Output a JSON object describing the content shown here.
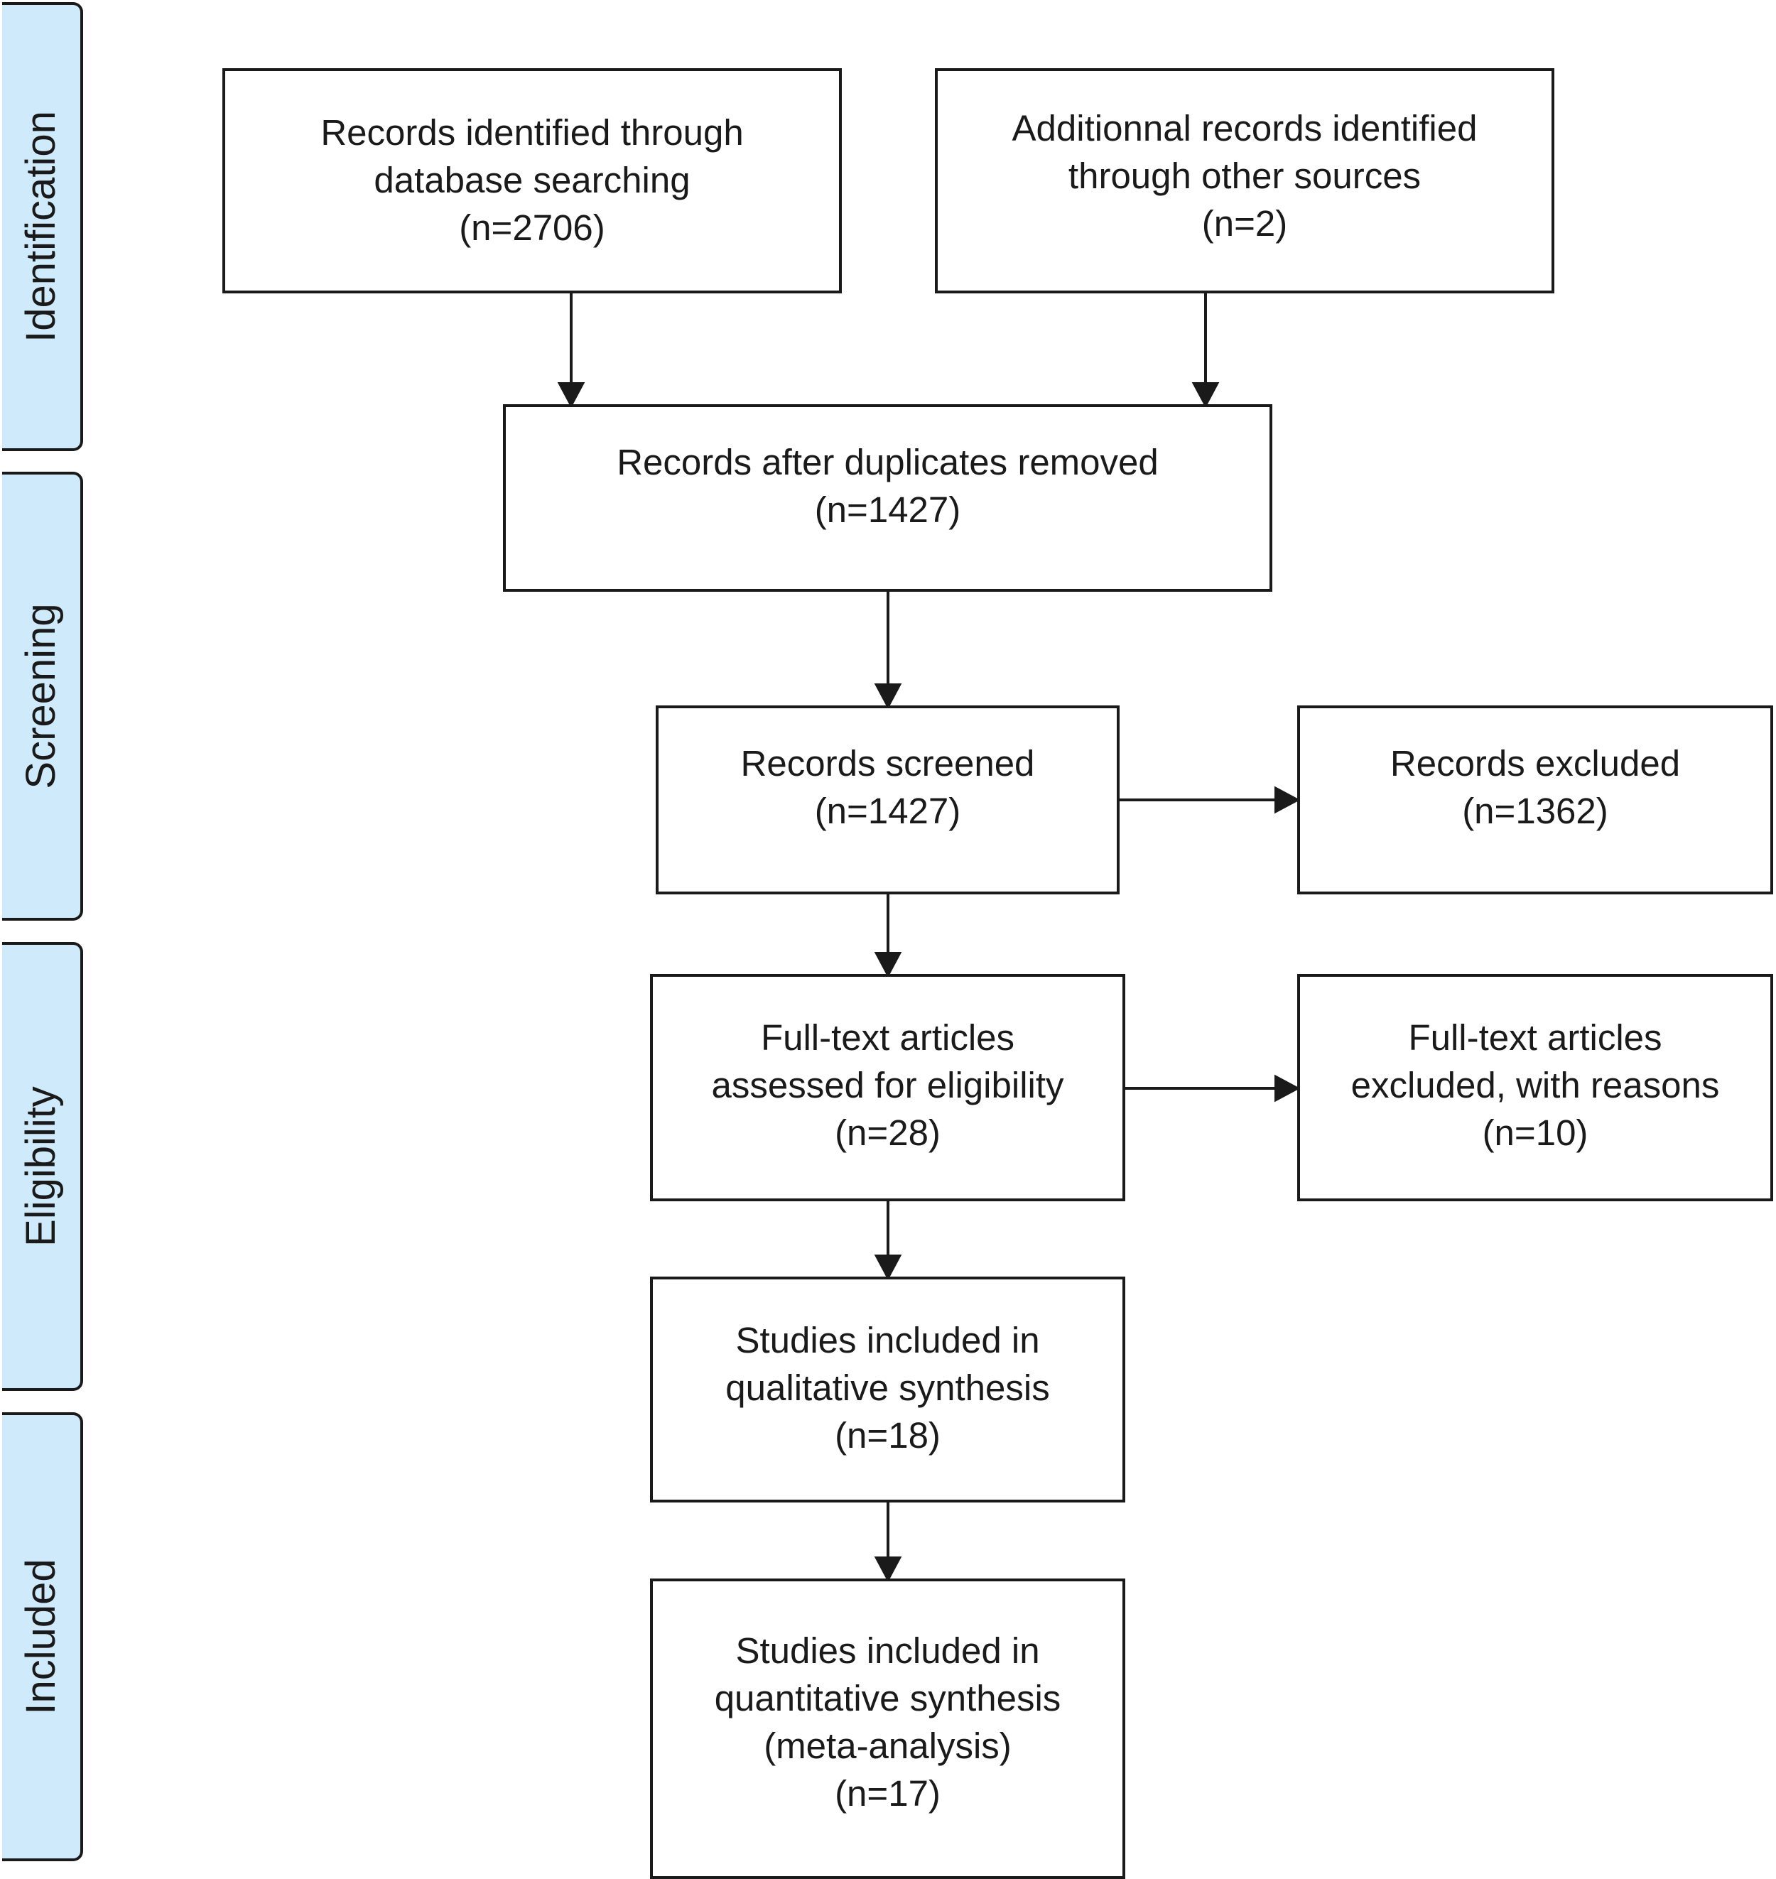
{
  "stages": [
    {
      "id": "identification",
      "label": "Identification"
    },
    {
      "id": "screening",
      "label": "Screening"
    },
    {
      "id": "eligibility",
      "label": "Eligibility"
    },
    {
      "id": "included",
      "label": "Included"
    }
  ],
  "boxes": {
    "database": {
      "lines": [
        "Records identified through",
        "database searching",
        "(n=2706)"
      ]
    },
    "other_sources": {
      "lines": [
        "Additionnal records identified",
        "through other sources",
        "(n=2)"
      ]
    },
    "after_duplicates": {
      "lines": [
        "Records after duplicates removed",
        "(n=1427)"
      ]
    },
    "screened": {
      "lines": [
        "Records screened",
        "(n=1427)"
      ]
    },
    "excluded": {
      "lines": [
        "Records excluded",
        "(n=1362)"
      ]
    },
    "fulltext_assessed": {
      "lines": [
        "Full-text articles",
        "assessed for eligibility",
        "(n=28)"
      ]
    },
    "fulltext_excluded": {
      "lines": [
        "Full-text articles",
        "excluded, with reasons",
        "(n=10)"
      ]
    },
    "qualitative": {
      "lines": [
        "Studies included in",
        "qualitative synthesis",
        "(n=18)"
      ]
    },
    "quantitative": {
      "lines": [
        "Studies included in",
        "quantitative synthesis",
        "(meta-analysis)",
        "(n=17)"
      ]
    }
  }
}
